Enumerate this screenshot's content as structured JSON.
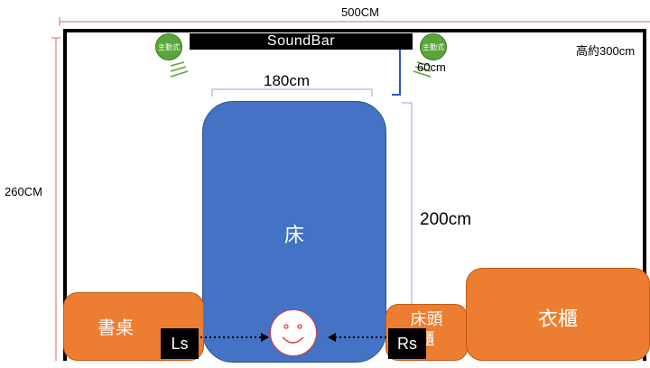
{
  "dimensions": {
    "width": "500CM",
    "depth": "260CM",
    "ceiling": "高約300cm",
    "bed_width": "180cm",
    "bed_length": "200cm",
    "soundbar_gap": "60cm"
  },
  "soundbar": {
    "label": "SoundBar"
  },
  "speakers": {
    "front_left": "主動式",
    "front_right": "主動式"
  },
  "furniture": {
    "bed": "床",
    "desk": "書桌",
    "nightstand": "床頭櫃",
    "wardrobe": "衣櫃"
  },
  "surround": {
    "left": "Ls",
    "right": "Rs"
  },
  "colors": {
    "bed": "#4472c4",
    "furniture": "#ed7d31",
    "speaker": "#5aa63a",
    "dimension_line": "#e06666",
    "guide_line": "#8faadc",
    "bracket": "#2f55c4"
  }
}
